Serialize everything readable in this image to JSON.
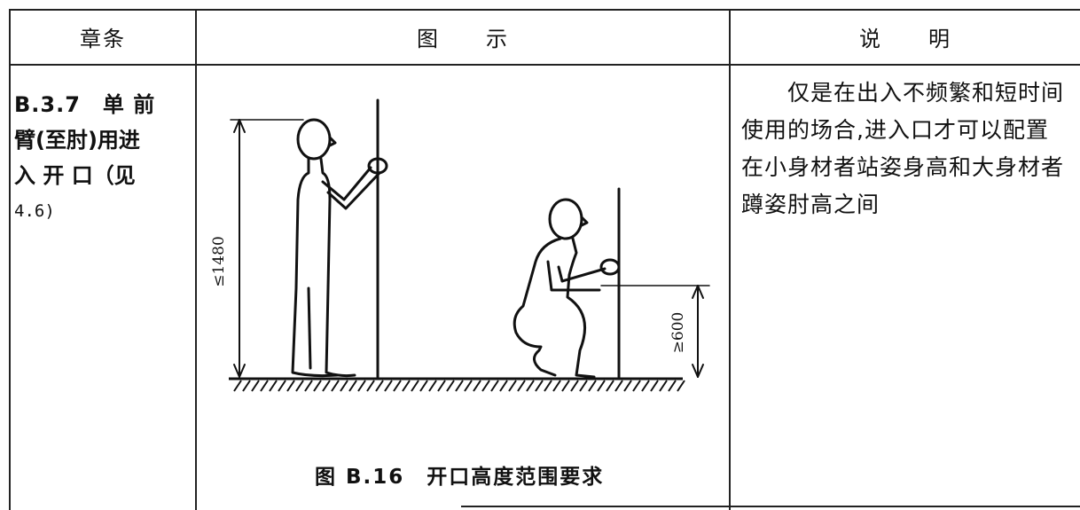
{
  "table": {
    "headers": {
      "clause": "章条",
      "figure": "图　　示",
      "explanation": "说　　明"
    },
    "clause": {
      "line1": "B.3.7　单 前",
      "line2": "臂(至肘)用进",
      "line3": "入 开 口（见",
      "line4": "4.6)"
    },
    "figure": {
      "standing_height_label": "≤1480",
      "crouch_height_label": "≥600",
      "caption": "图 B.16　开口高度范围要求"
    },
    "explanation": {
      "line1": "　　仅是在出入不频繁和短时间",
      "line2": "使用的场合,进入口才可以配置",
      "line3": "在小身材者站姿身高和大身材者",
      "line4": "蹲姿肘高之间"
    }
  }
}
